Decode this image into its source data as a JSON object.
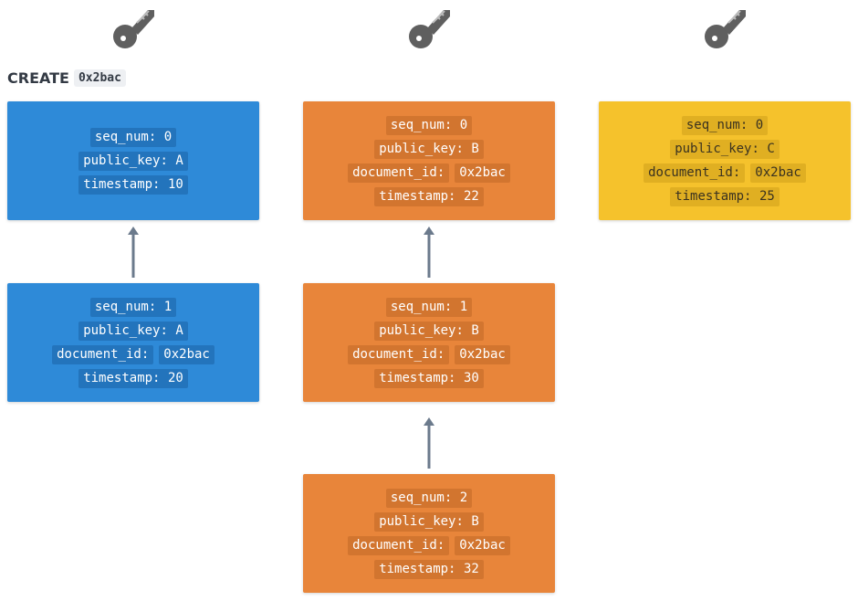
{
  "header": {
    "create_word": "CREATE",
    "create_id": "0x2bac"
  },
  "icons": [
    "key-icon",
    "key-icon",
    "key-icon"
  ],
  "colors": {
    "blue": "#2e8ad8",
    "orange": "#e8853a",
    "yellow": "#f5c22c",
    "arrow": "#6b7a8c",
    "key": "#5f5f5f"
  },
  "columns": [
    {
      "color": "blue",
      "entries": [
        {
          "seq_num_label": "seq_num:",
          "seq_num": "0",
          "public_key_label": "public_key:",
          "public_key": "A",
          "timestamp_label": "timestamp:",
          "timestamp": "10"
        },
        {
          "seq_num_label": "seq_num:",
          "seq_num": "1",
          "public_key_label": "public_key:",
          "public_key": "A",
          "document_id_label": "document_id:",
          "document_id": "0x2bac",
          "timestamp_label": "timestamp:",
          "timestamp": "20"
        }
      ]
    },
    {
      "color": "orange",
      "entries": [
        {
          "seq_num_label": "seq_num:",
          "seq_num": "0",
          "public_key_label": "public_key:",
          "public_key": "B",
          "document_id_label": "document_id:",
          "document_id": "0x2bac",
          "timestamp_label": "timestamp:",
          "timestamp": "22"
        },
        {
          "seq_num_label": "seq_num:",
          "seq_num": "1",
          "public_key_label": "public_key:",
          "public_key": "B",
          "document_id_label": "document_id:",
          "document_id": "0x2bac",
          "timestamp_label": "timestamp:",
          "timestamp": "30"
        },
        {
          "seq_num_label": "seq_num:",
          "seq_num": "2",
          "public_key_label": "public_key:",
          "public_key": "B",
          "document_id_label": "document_id:",
          "document_id": "0x2bac",
          "timestamp_label": "timestamp:",
          "timestamp": "32"
        }
      ]
    },
    {
      "color": "yellow",
      "entries": [
        {
          "seq_num_label": "seq_num:",
          "seq_num": "0",
          "public_key_label": "public_key:",
          "public_key": "C",
          "document_id_label": "document_id:",
          "document_id": "0x2bac",
          "timestamp_label": "timestamp:",
          "timestamp": "25"
        }
      ]
    }
  ]
}
